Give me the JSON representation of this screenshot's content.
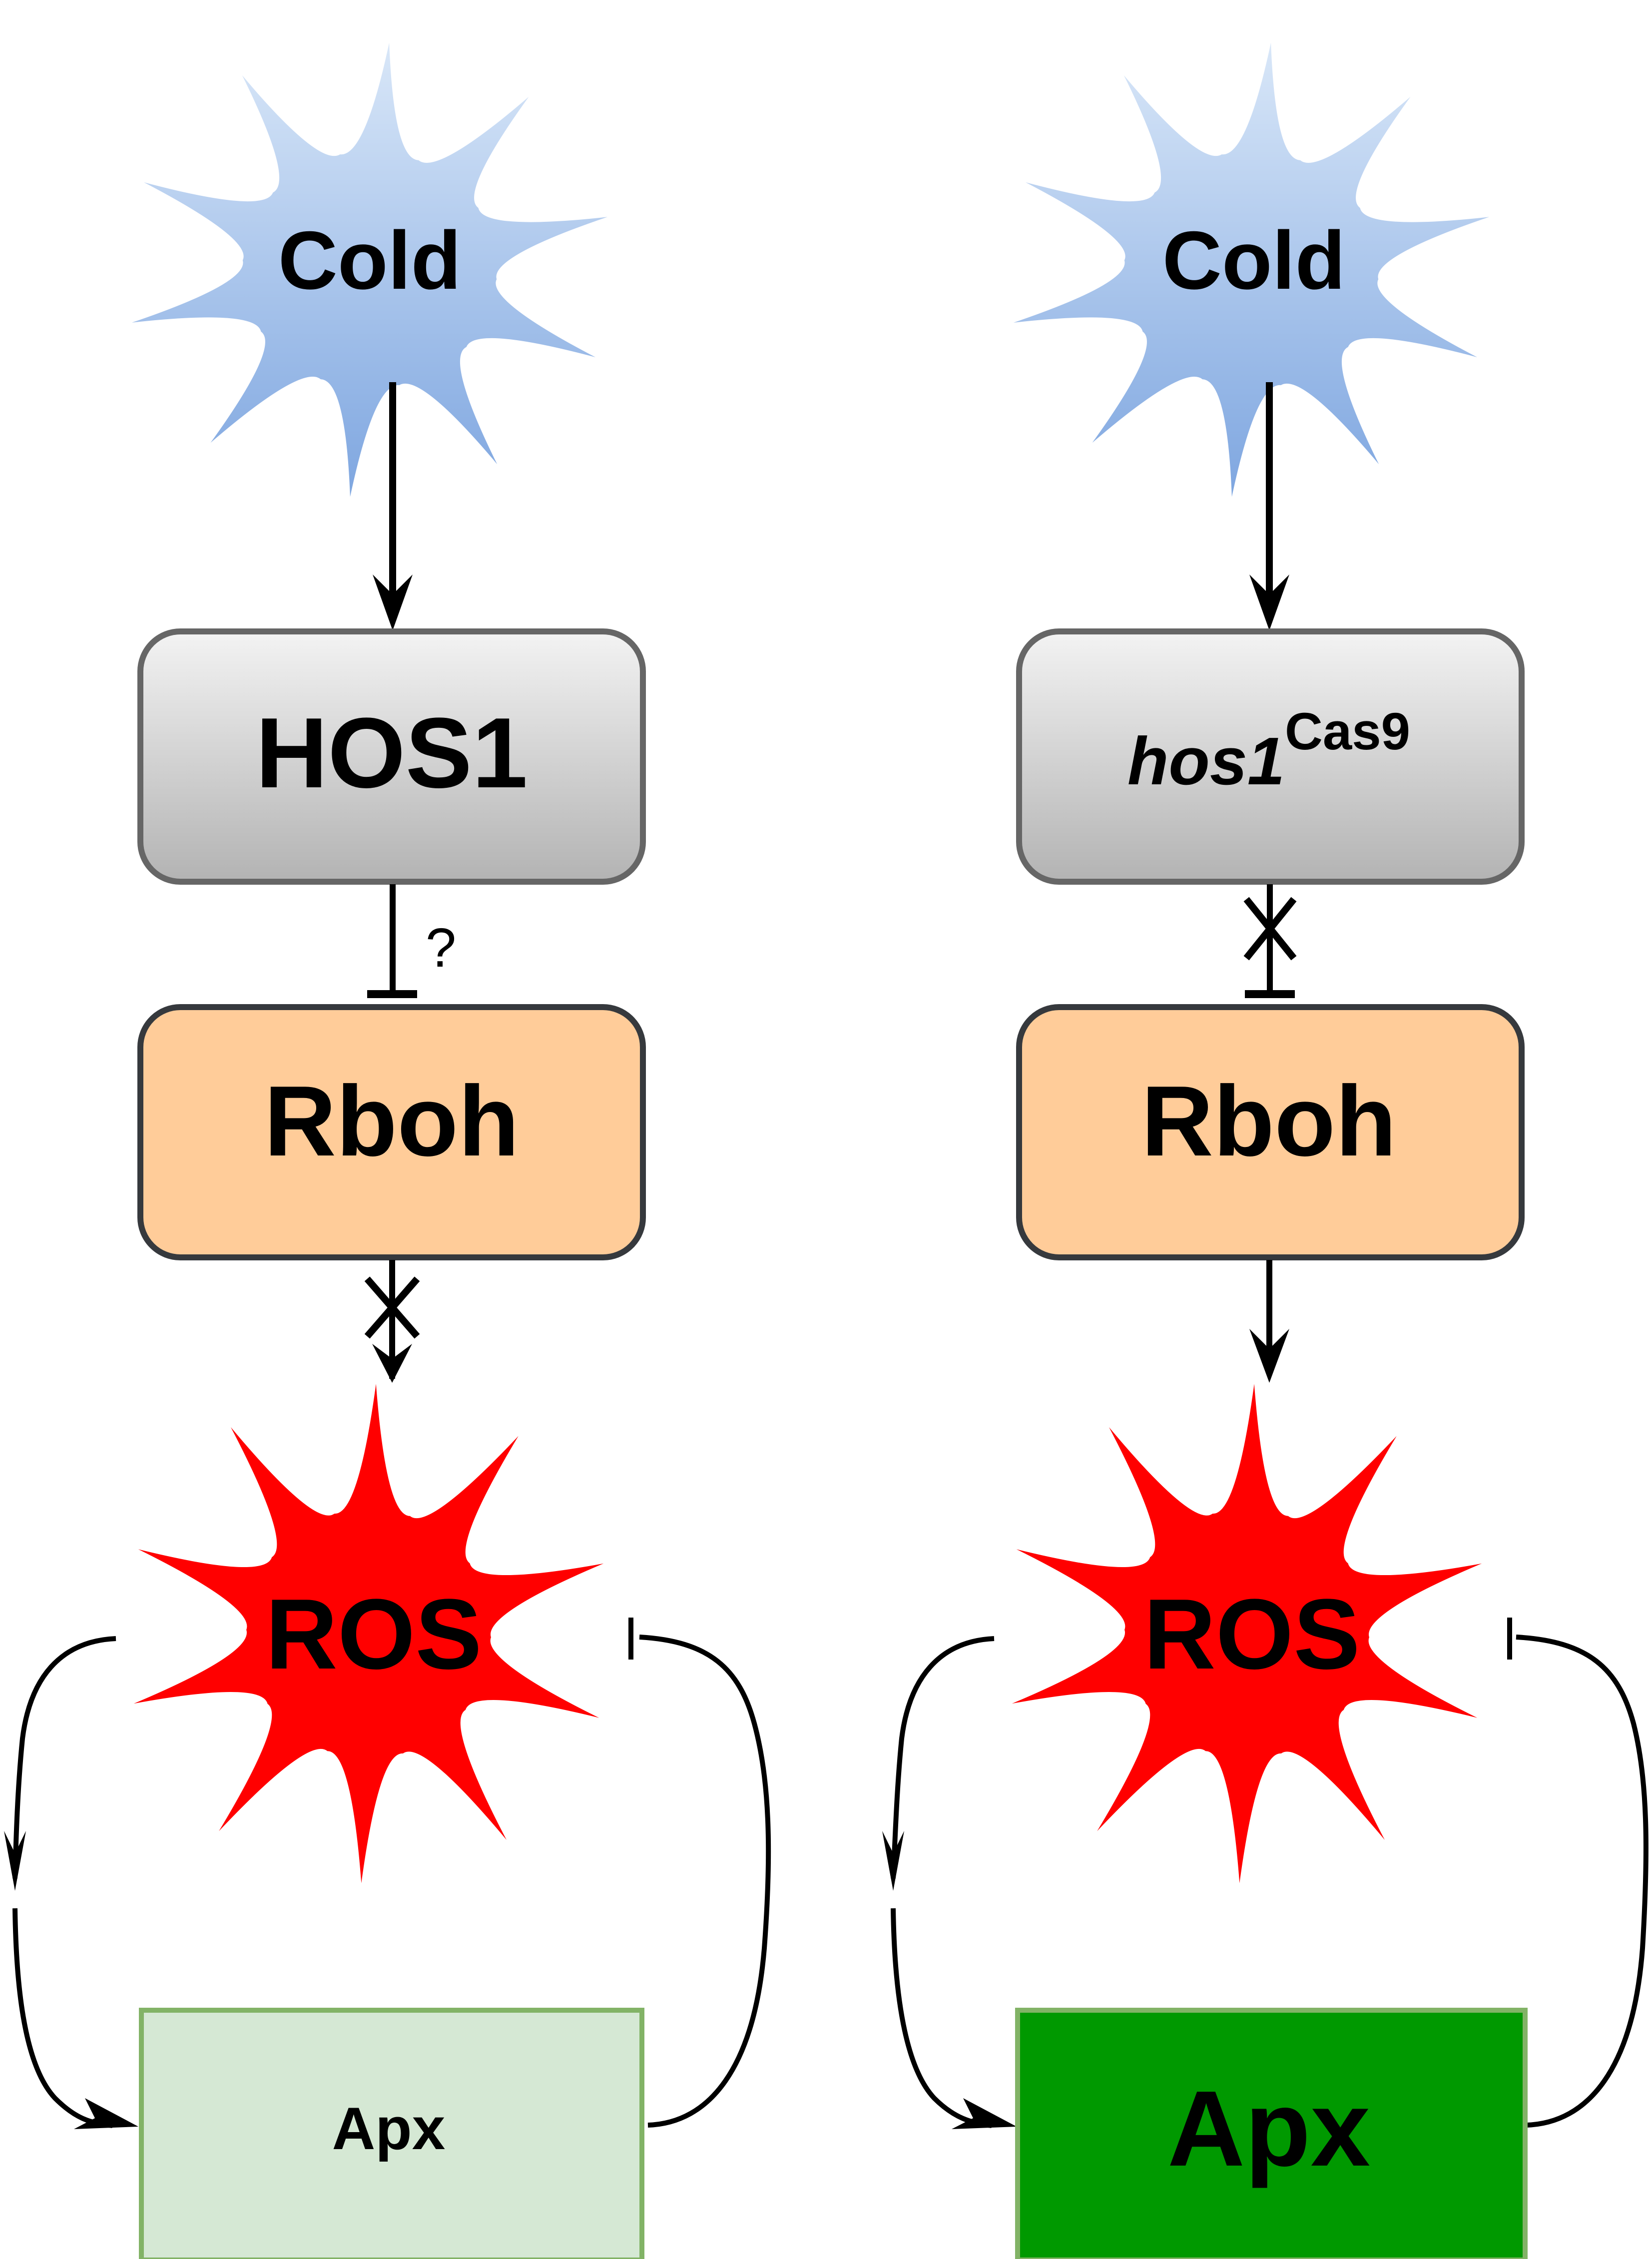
{
  "colors": {
    "cold_star_top": "#d4e3f7",
    "cold_star_bottom": "#7ea6e0",
    "hos_box_top": "#f5f5f5",
    "hos_box_bottom": "#b3b3b3",
    "hos_box_border": "#666666",
    "rboh_fill": "#ffcc99",
    "rboh_border": "#36393d",
    "ros_fill": "#ff0000",
    "apx_left_fill": "#d5e8d4",
    "apx_right_fill": "#009900",
    "apx_border": "#82b366",
    "edge": "#000000"
  },
  "panels": [
    {
      "id": "wild-type",
      "stimulus": "Cold",
      "regulator": {
        "text": "HOS1",
        "italic": false,
        "superscript": ""
      },
      "regulator_to_rboh": {
        "type": "inhibition",
        "annotation": "?",
        "blocked": false
      },
      "rboh": "Rboh",
      "rboh_to_ros": {
        "type": "activation",
        "blocked": true
      },
      "ros": "ROS",
      "apx": {
        "text": "Apx",
        "level": "low"
      },
      "feedback": [
        {
          "from": "ROS",
          "to": "Apx",
          "type": "activation"
        },
        {
          "from": "Apx",
          "to": "ROS",
          "type": "inhibition"
        }
      ]
    },
    {
      "id": "hos1-mutant",
      "stimulus": "Cold",
      "regulator": {
        "text": "hos1",
        "italic": true,
        "superscript": "Cas9"
      },
      "regulator_to_rboh": {
        "type": "inhibition",
        "annotation": "",
        "blocked": true
      },
      "rboh": "Rboh",
      "rboh_to_ros": {
        "type": "activation",
        "blocked": false
      },
      "ros": "ROS",
      "apx": {
        "text": "Apx",
        "level": "high"
      },
      "feedback": [
        {
          "from": "ROS",
          "to": "Apx",
          "type": "activation"
        },
        {
          "from": "Apx",
          "to": "ROS",
          "type": "inhibition"
        }
      ]
    }
  ]
}
